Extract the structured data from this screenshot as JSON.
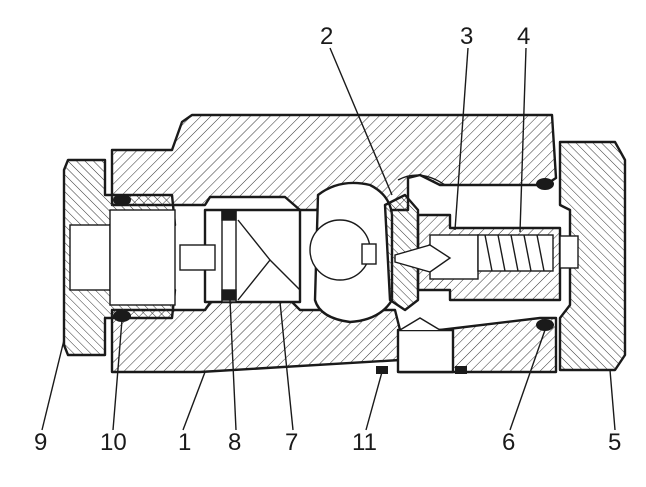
{
  "callouts": [
    {
      "id": "c2",
      "label": "2"
    },
    {
      "id": "c3",
      "label": "3"
    },
    {
      "id": "c4",
      "label": "4"
    },
    {
      "id": "c9",
      "label": "9"
    },
    {
      "id": "c10",
      "label": "10"
    },
    {
      "id": "c1",
      "label": "1"
    },
    {
      "id": "c8",
      "label": "8"
    },
    {
      "id": "c7",
      "label": "7"
    },
    {
      "id": "c11",
      "label": "11"
    },
    {
      "id": "c6",
      "label": "6"
    },
    {
      "id": "c5",
      "label": "5"
    }
  ]
}
